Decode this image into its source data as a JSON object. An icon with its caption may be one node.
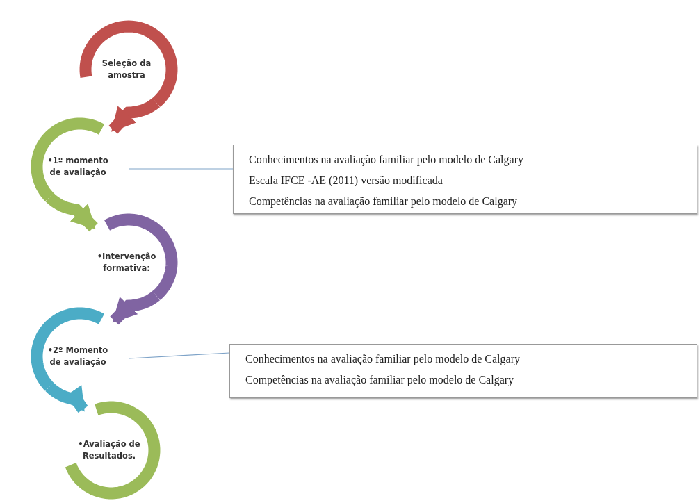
{
  "diagram": {
    "nodes": [
      {
        "text": [
          "Seleção da amostra"
        ]
      },
      {
        "text": [
          "•1º momento de avaliação"
        ]
      },
      {
        "text": [
          "•Intervenção formativa:"
        ]
      },
      {
        "text": [
          "•2º Momento de avaliação"
        ]
      },
      {
        "text": [
          "•Avaliação de Resultados."
        ]
      },
      {
        "text": [
          "Conhecimentos na avaliação familiar pelo modelo de Calgary",
          "Escala IFCE -AE (2011) versão modificada",
          "Competências na avaliação familiar pelo modelo de Calgary"
        ]
      },
      {
        "text": [
          "Conhecimentos na avaliação familiar pelo modelo de Calgary",
          "Competências na avaliação familiar pelo modelo de Calgary"
        ]
      }
    ],
    "edges": [
      {
        "from": 0,
        "to": 1,
        "arrow": "to",
        "color": "#c0504d"
      },
      {
        "from": 1,
        "to": 2,
        "arrow": "to",
        "color": "#9bbb59"
      },
      {
        "from": 2,
        "to": 3,
        "arrow": "to",
        "color": "#8064a2"
      },
      {
        "from": 3,
        "to": 4,
        "arrow": "to",
        "color": "#4bacc6"
      },
      {
        "from": 1,
        "to": 5,
        "arrow": "none",
        "color": "#7ea3c8"
      },
      {
        "from": 3,
        "to": 6,
        "arrow": "none",
        "color": "#7ea3c8"
      }
    ]
  }
}
